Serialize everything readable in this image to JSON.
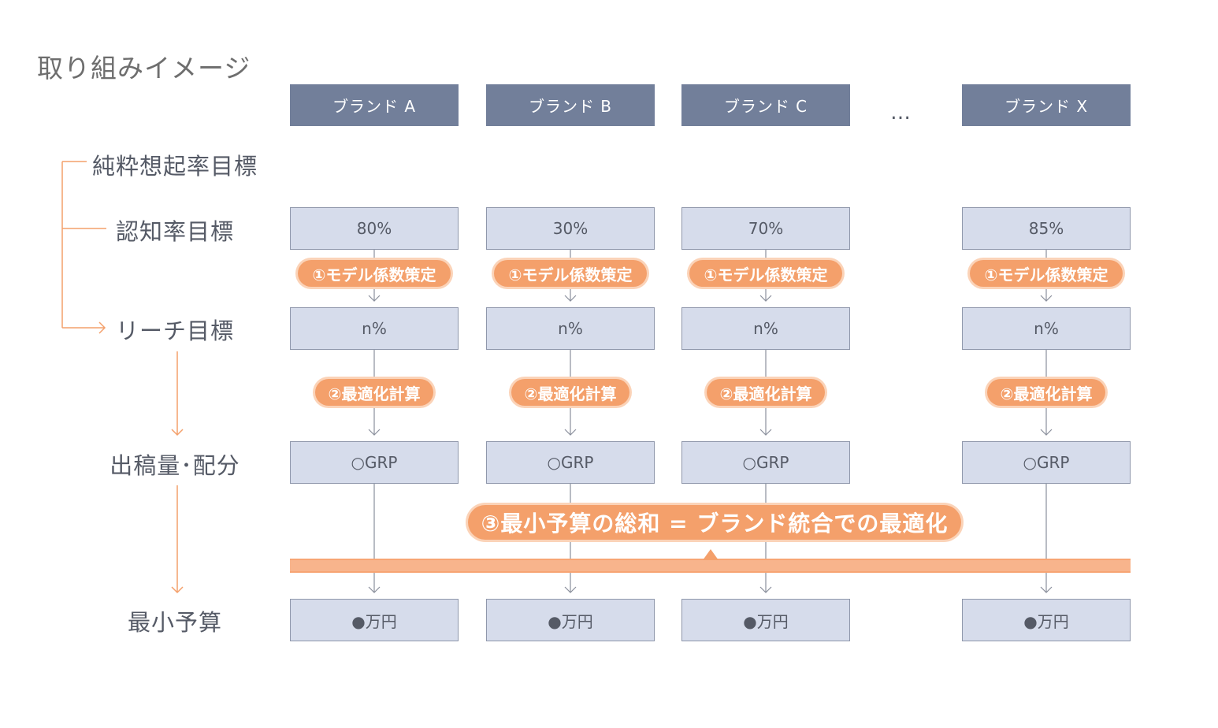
{
  "title": "取り組みイメージ",
  "row_labels": {
    "pure_recall": "純粋想起率目標",
    "awareness": "認知率目標",
    "reach": "リーチ目標",
    "volume": "出稿量･配分",
    "min_budget": "最小予算"
  },
  "ellipsis": "…",
  "step1": "①モデル係数策定",
  "step2": "②最適化計算",
  "step3": "③最小予算の総和 = ブランド統合での最適化",
  "brands": [
    {
      "name": "ブランド A",
      "awareness": "80%",
      "reach": "n%",
      "grp": "○GRP",
      "budget": "●万円"
    },
    {
      "name": "ブランド B",
      "awareness": "30%",
      "reach": "n%",
      "grp": "○GRP",
      "budget": "●万円"
    },
    {
      "name": "ブランド C",
      "awareness": "70%",
      "reach": "n%",
      "grp": "○GRP",
      "budget": "●万円"
    },
    {
      "name": "ブランド X",
      "awareness": "85%",
      "reach": "n%",
      "grp": "○GRP",
      "budget": "●万円"
    }
  ],
  "colors": {
    "header": "#727f9a",
    "box_fill": "#d6dceb",
    "box_border": "#8f97ab",
    "accent": "#f4a06b",
    "band": "#f8b48c"
  }
}
